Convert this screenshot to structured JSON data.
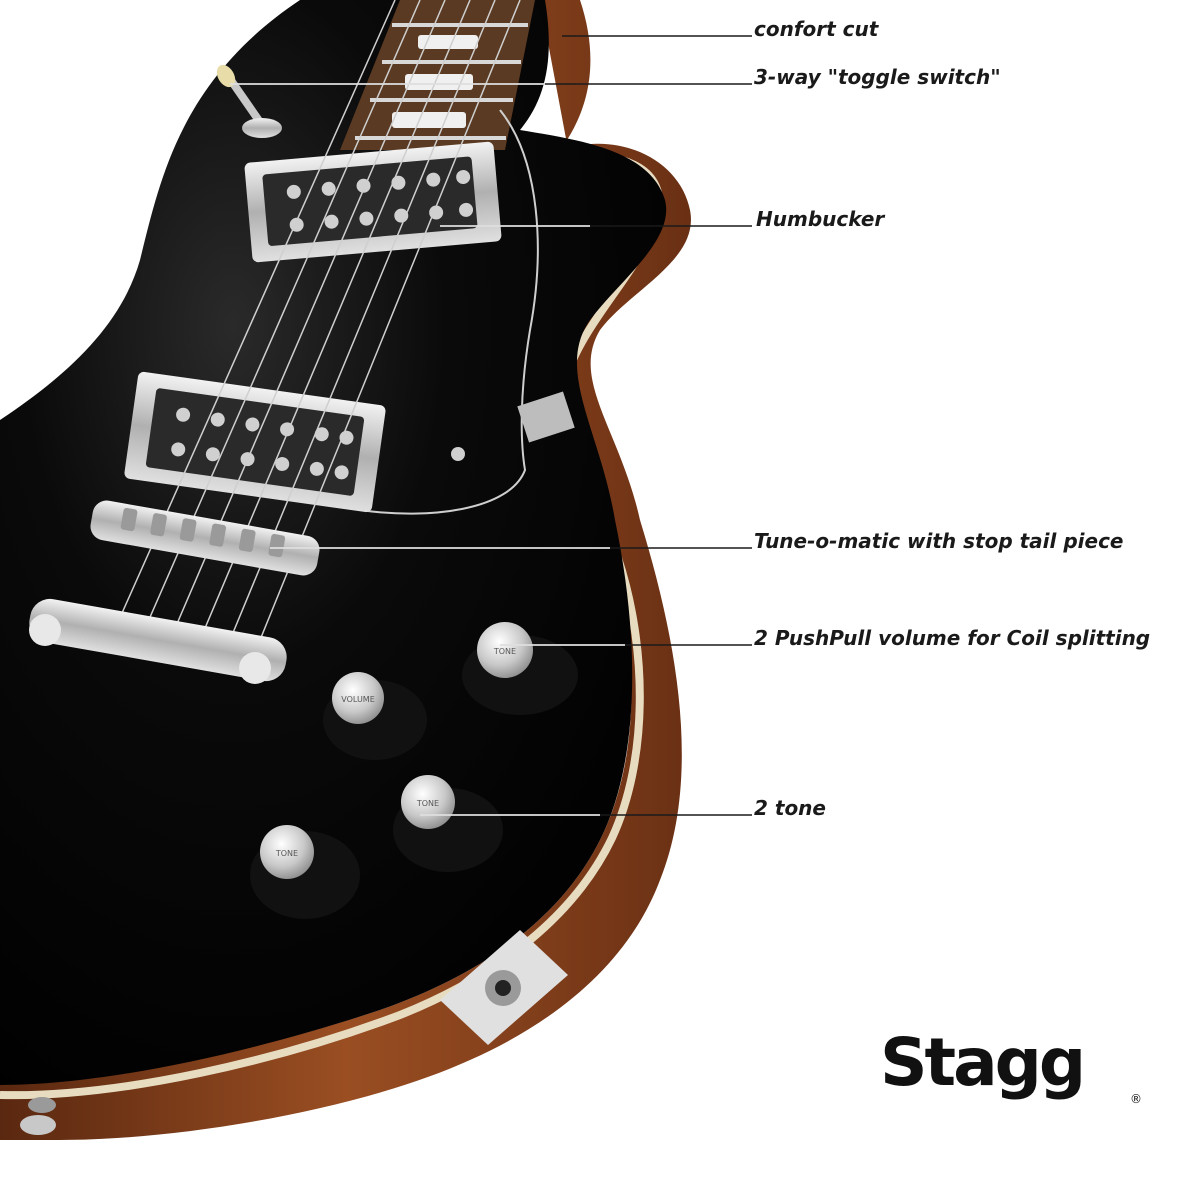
{
  "callouts": [
    {
      "id": "comfort-cut",
      "label": "confort cut"
    },
    {
      "id": "toggle-switch",
      "label": "3-way \"toggle switch\""
    },
    {
      "id": "humbucker",
      "label": "Humbucker"
    },
    {
      "id": "tune-o-matic",
      "label": "Tune-o-matic with stop tail piece"
    },
    {
      "id": "pushpull-volume",
      "label": "2 PushPull volume for Coil splitting"
    },
    {
      "id": "tone",
      "label": "2 tone"
    }
  ],
  "knobs": {
    "volume_text": "VOLUME",
    "tone_text": "TONE"
  },
  "brand": {
    "name": "Stagg",
    "registered": "®"
  },
  "colors": {
    "body_top": "#050505",
    "body_side": "#7a3a1a",
    "binding": "#e8dcc0",
    "fretboard": "#5a3a22",
    "chrome": "#c8c8c8",
    "callout_line": "#1a1a1a",
    "toggle_tip": "#e8dca8"
  }
}
